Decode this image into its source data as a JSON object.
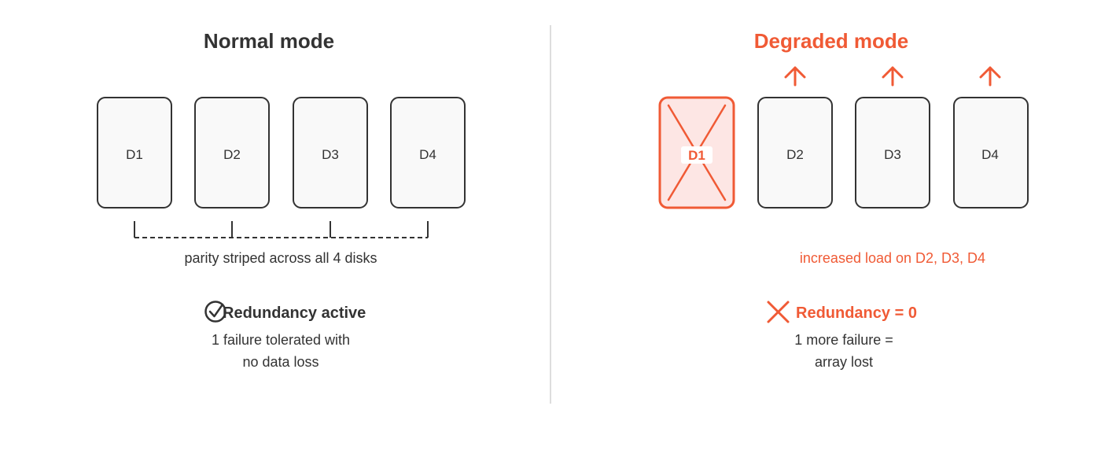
{
  "colors": {
    "dark": "#333333",
    "accent": "#f05a35",
    "disk_fill": "#f9f9f9",
    "failed_fill": "#fde6e4",
    "divider": "#dddddd"
  },
  "normal": {
    "title": "Normal mode",
    "disks": [
      {
        "label": "D1"
      },
      {
        "label": "D2"
      },
      {
        "label": "D3"
      },
      {
        "label": "D4"
      }
    ],
    "parity_caption": "parity striped across all 4 disks",
    "status_icon": "check-circle-icon",
    "status_title": "Redundancy active",
    "status_line1": "1 failure tolerated with",
    "status_line2": "no data loss"
  },
  "degraded": {
    "title": "Degraded mode",
    "disks": [
      {
        "label": "D1",
        "failed": true
      },
      {
        "label": "D2",
        "failed": false
      },
      {
        "label": "D3",
        "failed": false
      },
      {
        "label": "D4",
        "failed": false
      }
    ],
    "load_caption": "increased load on D2, D3, D4",
    "arrow_icon": "arrow-up-icon",
    "status_icon": "x-icon",
    "status_title": "Redundancy = 0",
    "status_line1": "1 more failure =",
    "status_line2": "array lost"
  }
}
